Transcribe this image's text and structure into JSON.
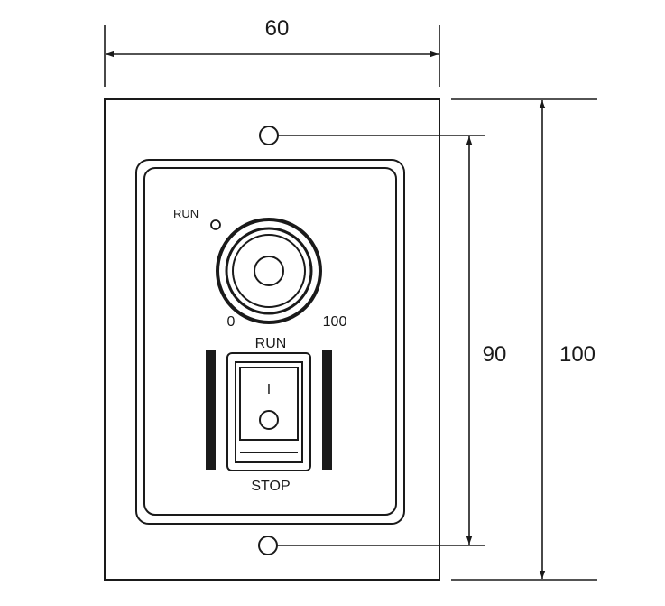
{
  "dimensions": {
    "width": "60",
    "inner_height": "90",
    "total_height": "100"
  },
  "panel": {
    "indicator_label": "RUN",
    "dial": {
      "min_label": "0",
      "max_label": "100"
    },
    "switch": {
      "top_label": "RUN",
      "bottom_label": "STOP",
      "on_symbol": "I"
    }
  }
}
